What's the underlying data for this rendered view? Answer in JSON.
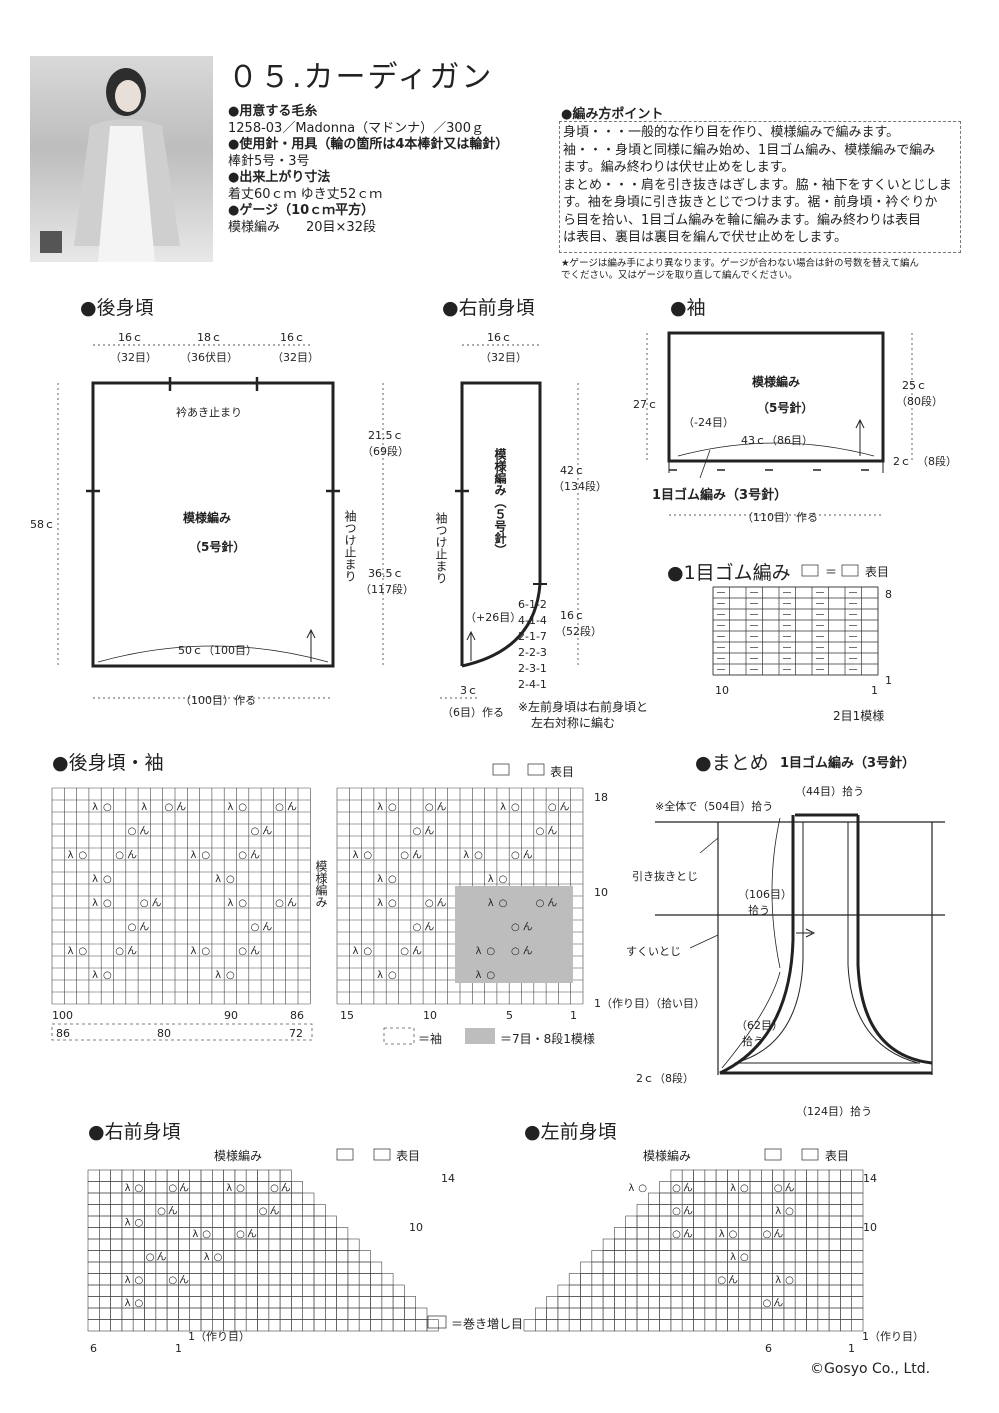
{
  "title": "０５.カーディガン",
  "spec": {
    "yarn_h": "●用意する毛糸",
    "yarn": "1258-03／Madonna（マドンナ）／300ｇ",
    "needle_h": "●使用針・用具（輪の箇所は4本棒針又は輪針）",
    "needle": "棒針5号・3号",
    "size_h": "●出来上がり寸法",
    "size": "着丈60ｃｍ ゆき丈52ｃｍ",
    "gauge_h": "●ゲージ（10ｃｍ平方）",
    "gauge": "模様編み　　20目×32段"
  },
  "points": {
    "heading": "●編み方ポイント",
    "lines": [
      "身頃・・・一般的な作り目を作り、模様編みで編みます。",
      "袖・・・身頃と同様に編み始め、1目ゴム編み、模様編みで編み",
      "ます。編み終わりは伏せ止めをします。",
      "まとめ・・・肩を引き抜きはぎします。脇・袖下をすくいとじしま",
      "す。袖を身頃に引き抜きとじでつけます。裾・前身頃・衿ぐりか",
      "ら目を拾い、1目ゴム編みを輪に編みます。編み終わりは表目",
      "は表目、裏目は裏目を編んで伏せ止めをします。"
    ]
  },
  "note": [
    "★ゲージは編み手により異なります。ゲージが合わない場合は針の号数を替えて編ん",
    "でください。又はゲージを取り直して編んでください。"
  ],
  "back": {
    "heading": "●後身頃",
    "w1": "16ｃ",
    "w1s": "（32目）",
    "w2": "18ｃ",
    "w2s": "（36伏目）",
    "w3": "16ｃ",
    "w3s": "（32目）",
    "neck": "衿あき止まり",
    "h_total": "58ｃ",
    "h_upper": "21.5ｃ",
    "h_upper_s": "（69段）",
    "h_lower": "36.5ｃ",
    "h_lower_s": "（117段）",
    "pattern": "模様編み",
    "needle": "（5号針）",
    "sleeve_stop": "袖つけ止まり",
    "bottom": "50ｃ（100目）",
    "cast": "（100目）作る"
  },
  "front": {
    "heading": "●右前身頃",
    "w": "16ｃ",
    "ws": "（32目）",
    "h1": "42ｃ",
    "h1s": "（134段）",
    "h2": "16ｃ",
    "h2s": "（52段）",
    "pattern": "模様編み（５号針）",
    "sleeve_stop": "袖つけ止まり",
    "inc": "（+26目）",
    "dec": [
      "6-1-2",
      "4-1-4",
      "2-1-7",
      "2-2-3",
      "2-3-1",
      "2-4-1"
    ],
    "bw": "3ｃ",
    "bws": "（6目）作る",
    "left_note1": "※左前身頃は右前身頃と",
    "left_note2": "左右対称に編む"
  },
  "sleeve": {
    "heading": "●袖",
    "h": "27ｃ",
    "h1": "25ｃ",
    "h1s": "（80段）",
    "h2": "2ｃ",
    "h2s": "（8段）",
    "pattern": "模様編み",
    "needle": "（5号針）",
    "dec": "（-24目）",
    "width": "43ｃ（86目）",
    "rib": "1目ゴム編み（3号針）",
    "cast": "（110目）作る"
  },
  "rib": {
    "heading": "●1目ゴム編み",
    "legend": "＝",
    "legend_t": "表目",
    "r8": "8",
    "r1": "1",
    "c10": "10",
    "c1": "1",
    "repeat": "2目1模様"
  },
  "chart_back": {
    "heading": "●後身頃・袖",
    "side": "模様編み",
    "legend_t": "表目",
    "r18": "18",
    "r10": "10",
    "r1": "1（作り目）",
    "pick": "（拾い目）",
    "c100": "100",
    "c90": "90",
    "c86": "86",
    "s86": "86",
    "s80": "80",
    "s72": "72",
    "c15": "15",
    "c10": "10",
    "c5": "5",
    "c1": "1",
    "leg_sleeve": "＝袖",
    "leg_repeat": "＝7目・8段1模様"
  },
  "finish": {
    "heading": "●まとめ",
    "sub": "1目ゴム編み（3号針）",
    "neck": "（44目）拾う",
    "all": "※全体で（504目）拾う",
    "hiki": "引き抜きとじ",
    "front": "（106目）",
    "front2": "拾う",
    "sukui": "すくいとじ",
    "lower": "（62目）",
    "lower2": "拾う",
    "depth": "2ｃ（8段）",
    "hem": "（124目）拾う"
  },
  "rfront": {
    "heading": "●右前身頃",
    "pattern": "模様編み",
    "legend_t": "表目",
    "r14": "14",
    "r10": "10",
    "r1": "1（作り目）",
    "c6": "6",
    "c1": "1",
    "wrap": "＝巻き増し目"
  },
  "lfront": {
    "heading": "●左前身頃",
    "pattern": "模様編み",
    "legend_t": "表目",
    "r14": "14",
    "r10": "10",
    "r1": "1（作り目）",
    "c6": "6",
    "c1": "1"
  },
  "copyright": "©Gosyo Co., Ltd."
}
